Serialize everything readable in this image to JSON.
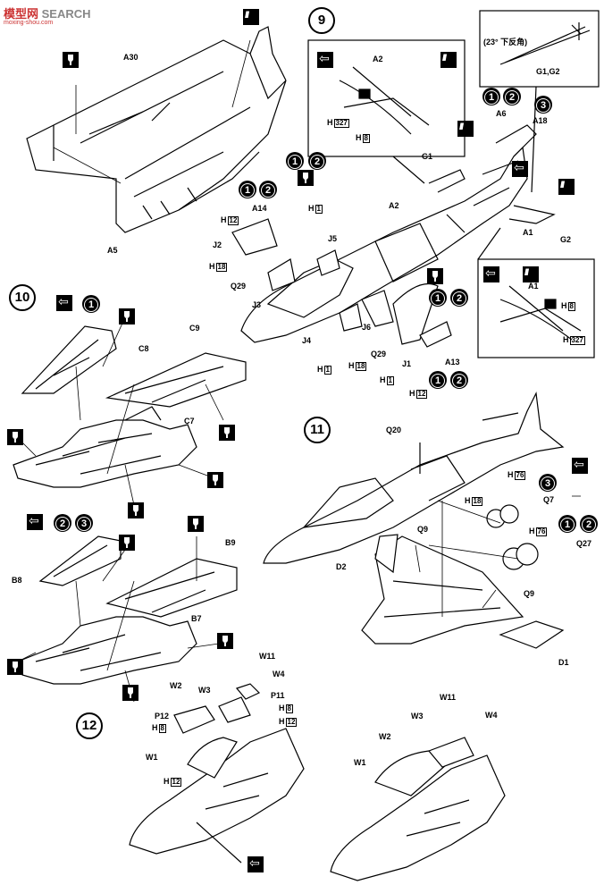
{
  "header": {
    "logo_text": "模型网",
    "logo_search": "SEARCH",
    "logo_url": "moxing-shou.com"
  },
  "steps": [
    "9",
    "10",
    "11",
    "12"
  ],
  "labels": {
    "A30": "A30",
    "A5": "A5",
    "A14": "A14",
    "J2": "J2",
    "J3": "J3",
    "J4": "J4",
    "J5": "J5",
    "J6": "J6",
    "J1": "J1",
    "Q29a": "Q29",
    "Q29b": "Q29",
    "A2a": "A2",
    "A2b": "A2",
    "A1a": "A1",
    "A1b": "A1",
    "A6": "A6",
    "A18": "A18",
    "G1": "G1",
    "G2": "G2",
    "A13": "A13",
    "G1G2": "G1,G2",
    "C8": "C8",
    "C9": "C9",
    "C7": "C7",
    "B8": "B8",
    "B9": "B9",
    "B7": "B7",
    "Q20": "Q20",
    "Q7": "Q7",
    "Q9a": "Q9",
    "Q9b": "Q9",
    "Q27": "Q27",
    "D2": "D2",
    "D1": "D1",
    "W11a": "W11",
    "W4a": "W4",
    "W2a": "W2",
    "W3a": "W3",
    "P11": "P11",
    "P12": "P12",
    "W1a": "W1",
    "W11b": "W11",
    "W3b": "W3",
    "W2b": "W2",
    "W4b": "W4",
    "W1b": "W1"
  },
  "hardware": {
    "H": "H",
    "n1": "1",
    "n8": "8",
    "n12": "12",
    "n18": "18",
    "n76": "76",
    "n327": "327"
  },
  "note": {
    "angle": "(23° 下反角)"
  },
  "bullets": {
    "one": "1",
    "two": "2",
    "three": "3"
  }
}
